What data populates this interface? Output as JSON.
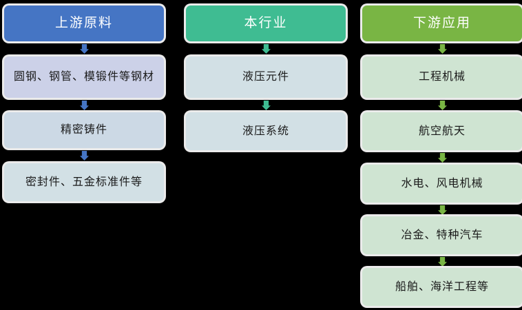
{
  "diagram": {
    "type": "three-column-flow",
    "background_color": "#000000",
    "columns": [
      {
        "id": "upstream",
        "header": {
          "label": "上游原料",
          "color": "#4575c4",
          "text_color": "#ffffff"
        },
        "arrow_color": "#4575c4",
        "nodes": [
          {
            "label": "圆钢、钢管、模锻件等钢材",
            "color": "#ccd1e8"
          },
          {
            "label": "精密铸件",
            "color": "#ccd9e5"
          },
          {
            "label": "密封件、五金标准件等",
            "color": "#d2e0e5"
          }
        ]
      },
      {
        "id": "industry",
        "header": {
          "label": "本行业",
          "color": "#3fbc92",
          "text_color": "#ffffff"
        },
        "arrow_color": "#3fbc92",
        "nodes": [
          {
            "label": "液压元件",
            "color": "#d2e0e5"
          },
          {
            "label": "液压系统",
            "color": "#d2e0e5"
          }
        ]
      },
      {
        "id": "downstream",
        "header": {
          "label": "下游应用",
          "color": "#79b544",
          "text_color": "#ffffff"
        },
        "arrow_color": "#79b544",
        "nodes": [
          {
            "label": "工程机械",
            "color": "#cfe4d2"
          },
          {
            "label": "航空航天",
            "color": "#cfe4d2"
          },
          {
            "label": "水电、风电机械",
            "color": "#cfe4d2"
          },
          {
            "label": "冶金、特种汽车",
            "color": "#cfe4d2"
          },
          {
            "label": "船舶、海洋工程等",
            "color": "#cfe4d2"
          }
        ]
      }
    ]
  }
}
